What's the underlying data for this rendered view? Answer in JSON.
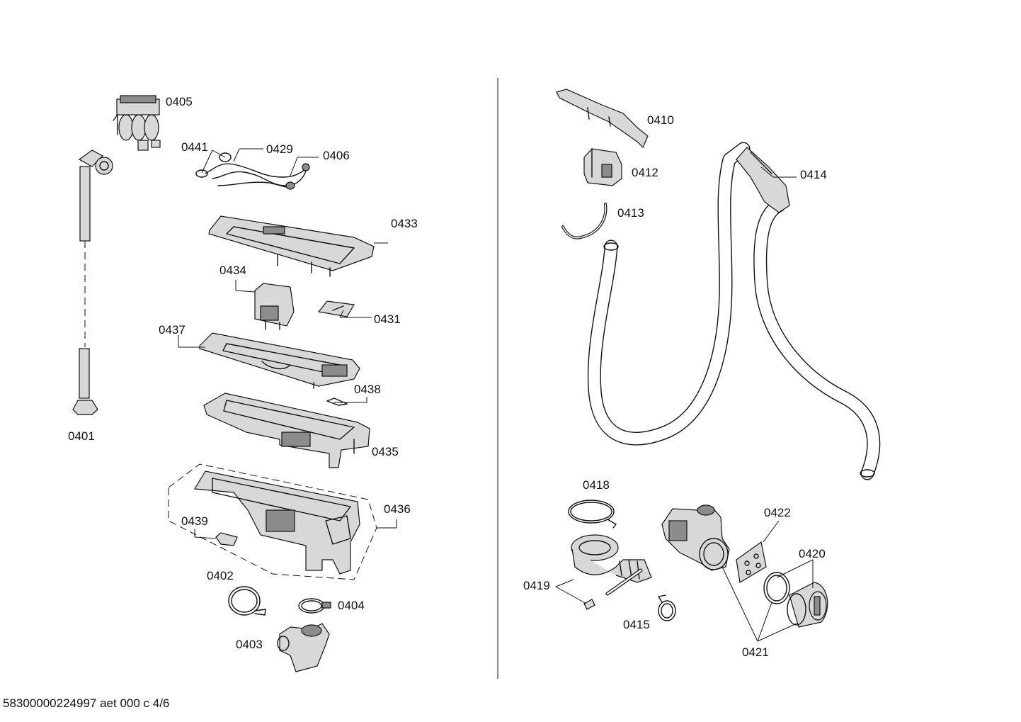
{
  "parts": [
    {
      "id": "p0405",
      "label": "0405"
    },
    {
      "id": "p0441",
      "label": "0441"
    },
    {
      "id": "p0429",
      "label": "0429"
    },
    {
      "id": "p0406",
      "label": "0406"
    },
    {
      "id": "p0433",
      "label": "0433"
    },
    {
      "id": "p0434",
      "label": "0434"
    },
    {
      "id": "p0431",
      "label": "0431"
    },
    {
      "id": "p0437",
      "label": "0437"
    },
    {
      "id": "p0438",
      "label": "0438"
    },
    {
      "id": "p0401",
      "label": "0401"
    },
    {
      "id": "p0435",
      "label": "0435"
    },
    {
      "id": "p0436",
      "label": "0436"
    },
    {
      "id": "p0439",
      "label": "0439"
    },
    {
      "id": "p0402",
      "label": "0402"
    },
    {
      "id": "p0404",
      "label": "0404"
    },
    {
      "id": "p0403",
      "label": "0403"
    },
    {
      "id": "p0410",
      "label": "0410"
    },
    {
      "id": "p0412",
      "label": "0412"
    },
    {
      "id": "p0413",
      "label": "0413"
    },
    {
      "id": "p0414",
      "label": "0414"
    },
    {
      "id": "p0418",
      "label": "0418"
    },
    {
      "id": "p0422",
      "label": "0422"
    },
    {
      "id": "p0420",
      "label": "0420"
    },
    {
      "id": "p0419",
      "label": "0419"
    },
    {
      "id": "p0415",
      "label": "0415"
    },
    {
      "id": "p0421",
      "label": "0421"
    }
  ],
  "footer": "58300000224997 aet 000 c 4/6"
}
